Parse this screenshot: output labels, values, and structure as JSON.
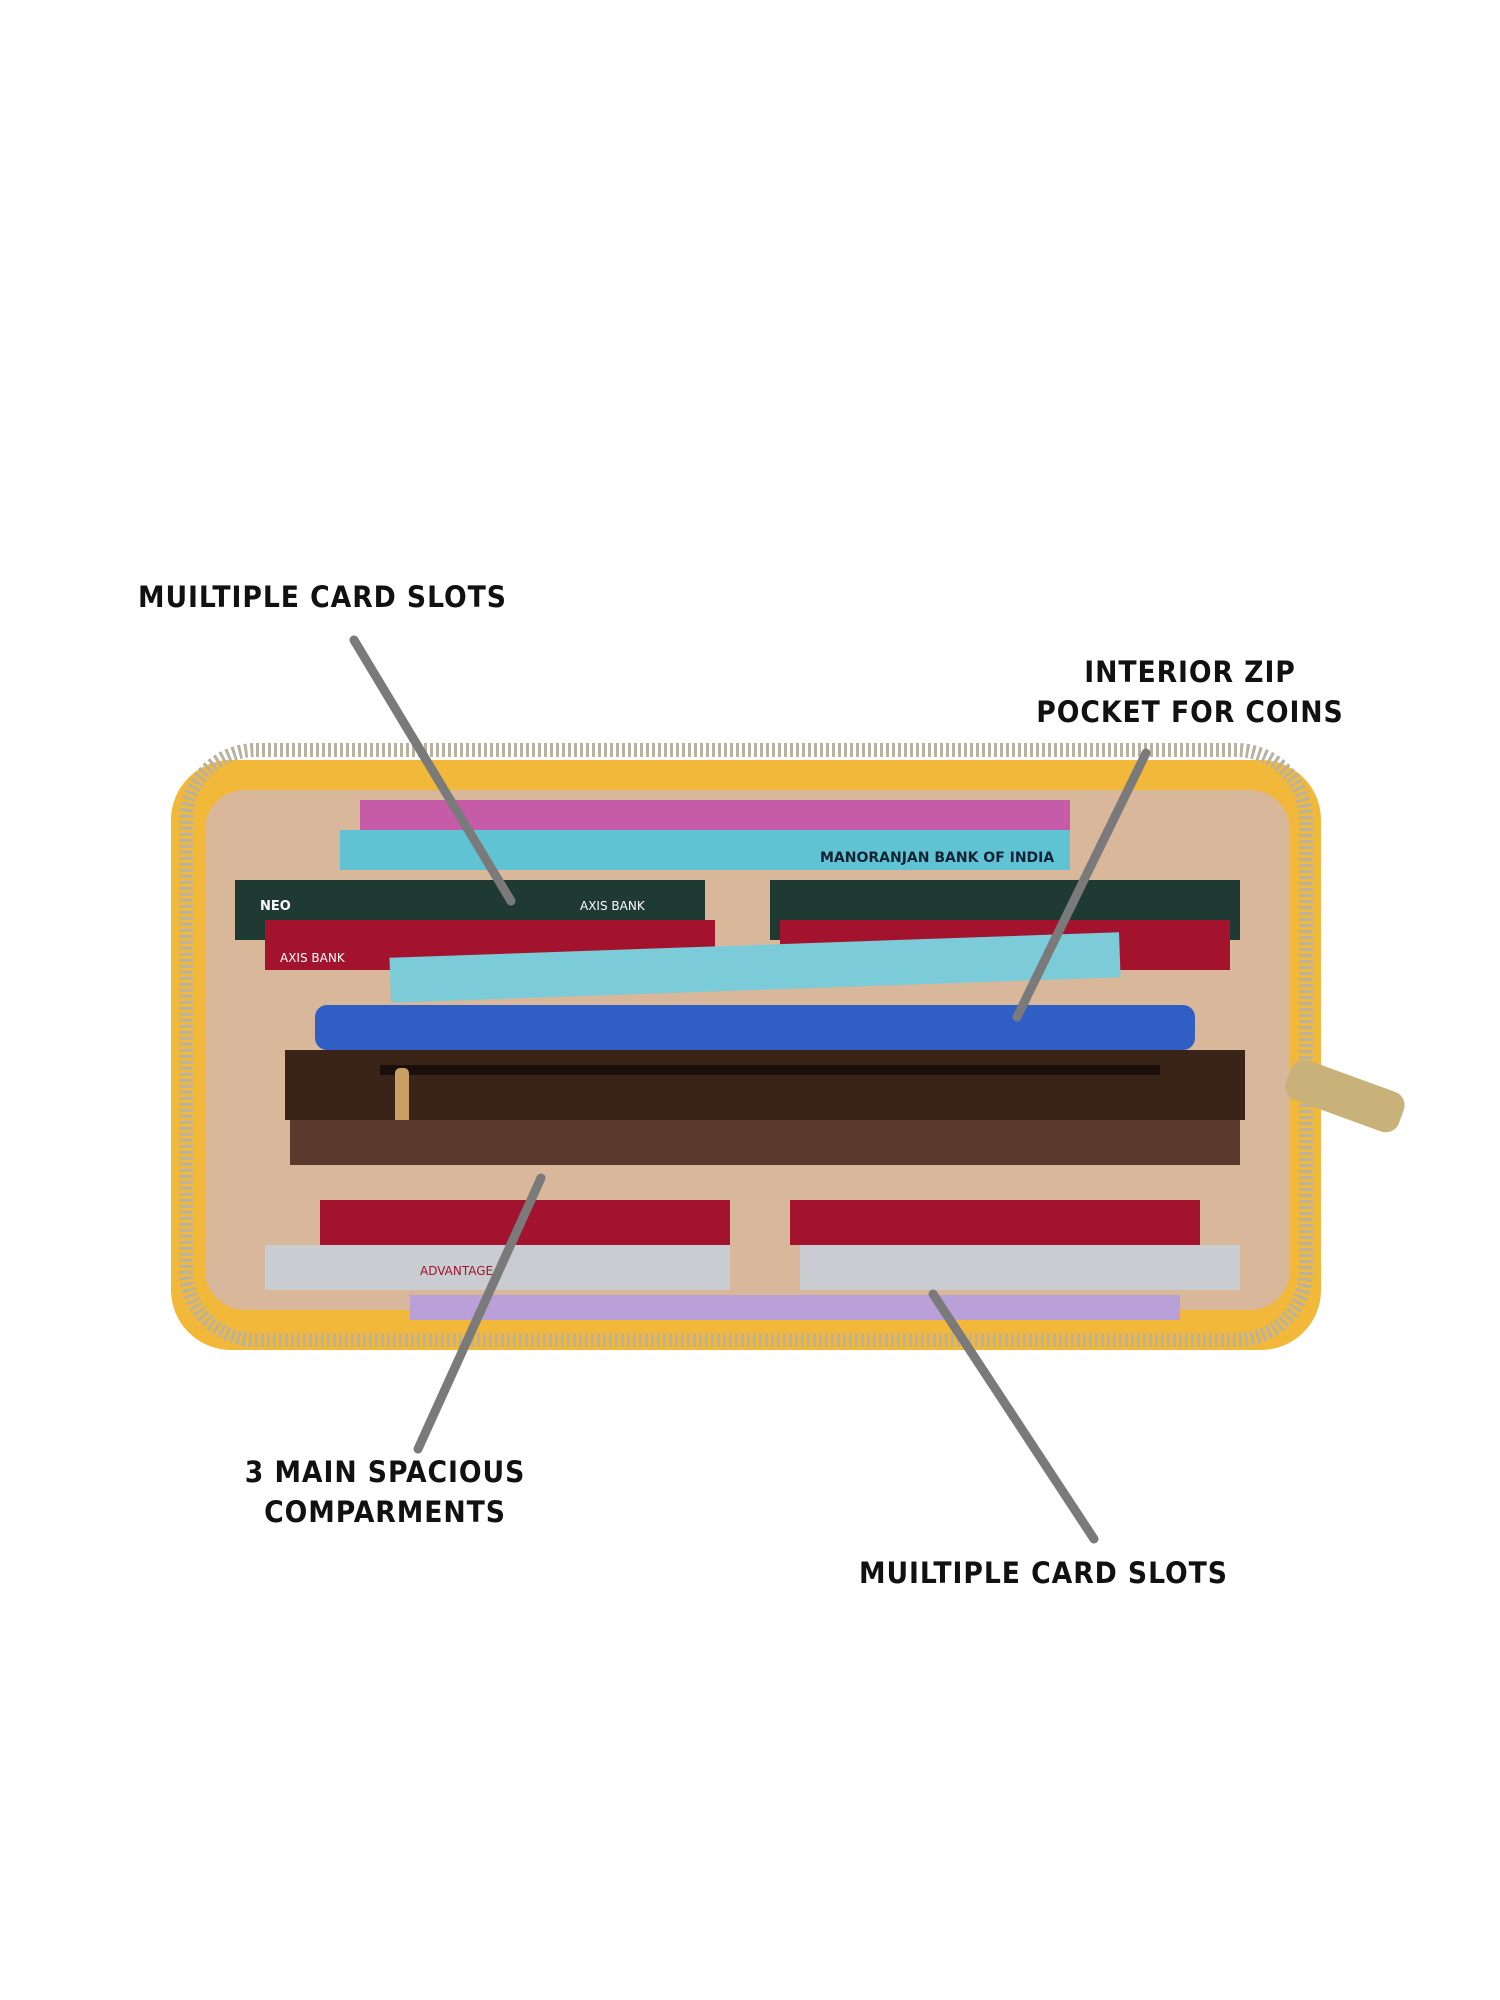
{
  "callouts": {
    "top_left": "MUILTIPLE CARD SLOTS",
    "top_right_line1": "INTERIOR ZIP",
    "top_right_line2": "POCKET FOR COINS",
    "bottom_left_line1": "3 MAIN SPACIOUS",
    "bottom_left_line2": "COMPARMENTS",
    "bottom_right": "MUILTIPLE CARD SLOTS"
  },
  "product": {
    "card_text": [
      "AXIS BANK",
      "NEO",
      "ADVANTAGE"
    ],
    "note_text": "MANORANJAN BANK OF INDIA"
  },
  "colors": {
    "wallet_yellow": "#F2B83A",
    "lining_beige": "#D9B79A",
    "pocket_brown": "#4A2E22",
    "arrow_gray": "#7A7A7A",
    "zipper": "#B8B2A0"
  }
}
